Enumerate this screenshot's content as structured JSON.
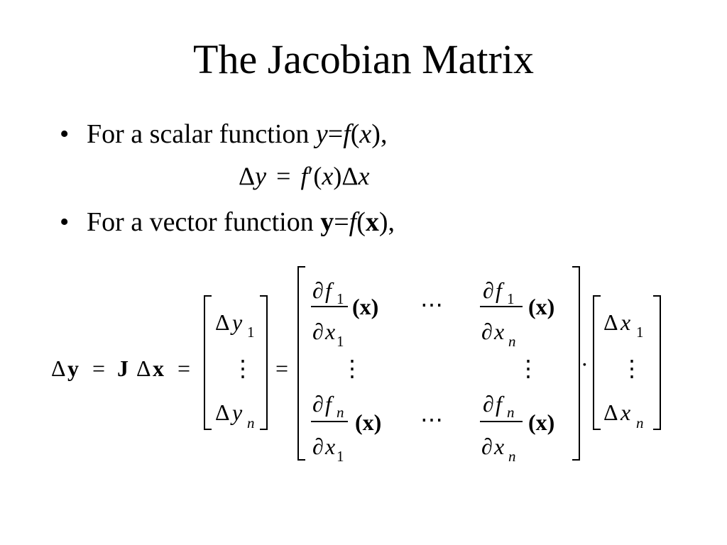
{
  "title": "The Jacobian Matrix",
  "bullets": [
    {
      "prefix": "For a scalar function ",
      "lhs": "y",
      "eq": "=",
      "func": "f",
      "arg": "x",
      "suffix": "),"
    },
    {
      "prefix": "For a vector function ",
      "lhs": "y",
      "eq": "=",
      "func": "f",
      "arg": "x",
      "suffix": "),"
    }
  ],
  "scalar_equation": {
    "delta": "Δ",
    "y": "y",
    "eq": "=",
    "fprime": "f",
    "prime": "′",
    "x": "x"
  },
  "vector_equation": {
    "delta": "Δ",
    "y": "y",
    "eq": "=",
    "J": "J",
    "x": "x",
    "dot": "·",
    "partial": "∂",
    "f": "f",
    "one": "1",
    "n": "n",
    "vdots": "⋮",
    "hdots": "⋯",
    "arg": "(x)"
  }
}
